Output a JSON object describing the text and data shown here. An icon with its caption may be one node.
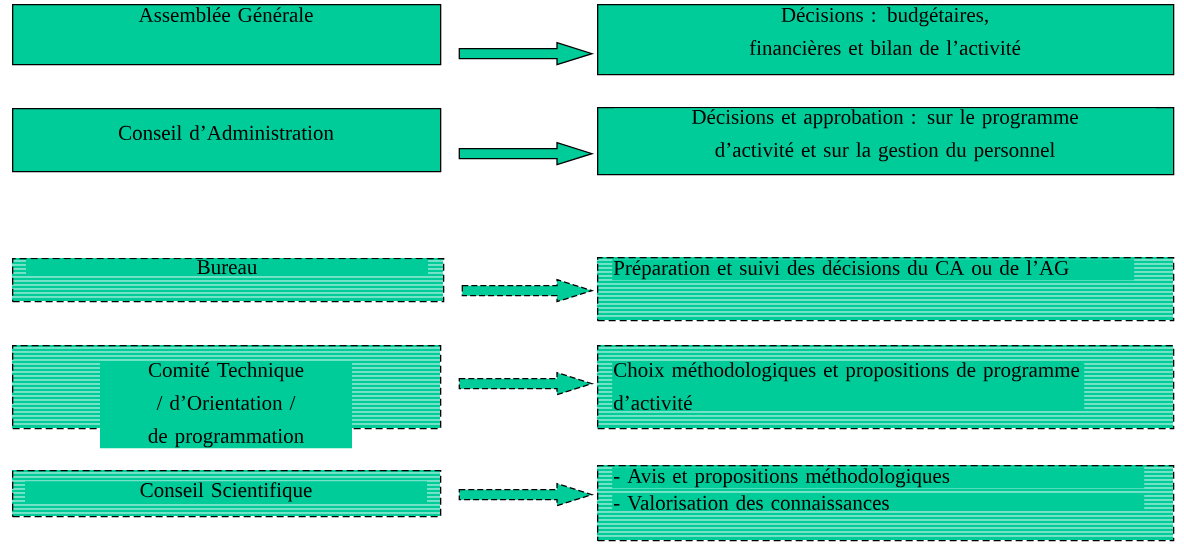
{
  "diagram": {
    "nodes": [
      {
        "text": [
          "Assemblée Générale"
        ]
      },
      {
        "text": [
          "Décisions : budgétaires, financières et bilan de l’activité"
        ]
      },
      {
        "text": [
          "Conseil d’Administration"
        ]
      },
      {
        "text": [
          "Décisions et approbation : sur le programme d’activité et sur la gestion du personnel"
        ]
      },
      {
        "text": [
          "Bureau"
        ]
      },
      {
        "text": [
          "Préparation  et suivi des décisions du CA ou  de l’AG"
        ]
      },
      {
        "text": [
          "Comité Technique / d’Orientation / de programmation"
        ]
      },
      {
        "text": [
          "Choix méthodologiques et propositions de programme d’activité"
        ]
      },
      {
        "text": [
          "Conseil Scientifique"
        ]
      },
      {
        "text": [
          "- Avis et propositions méthodologiques",
          "- Valorisation des connaissances"
        ]
      }
    ],
    "edges": [
      {
        "from": 0,
        "to": 1,
        "arrow": "to"
      },
      {
        "from": 2,
        "to": 3,
        "arrow": "to"
      },
      {
        "from": 4,
        "to": 5,
        "arrow": "to",
        "style": "dashed"
      },
      {
        "from": 6,
        "to": 7,
        "arrow": "to",
        "style": "dashed"
      },
      {
        "from": 8,
        "to": 9,
        "arrow": "to",
        "style": "dashed"
      }
    ]
  }
}
